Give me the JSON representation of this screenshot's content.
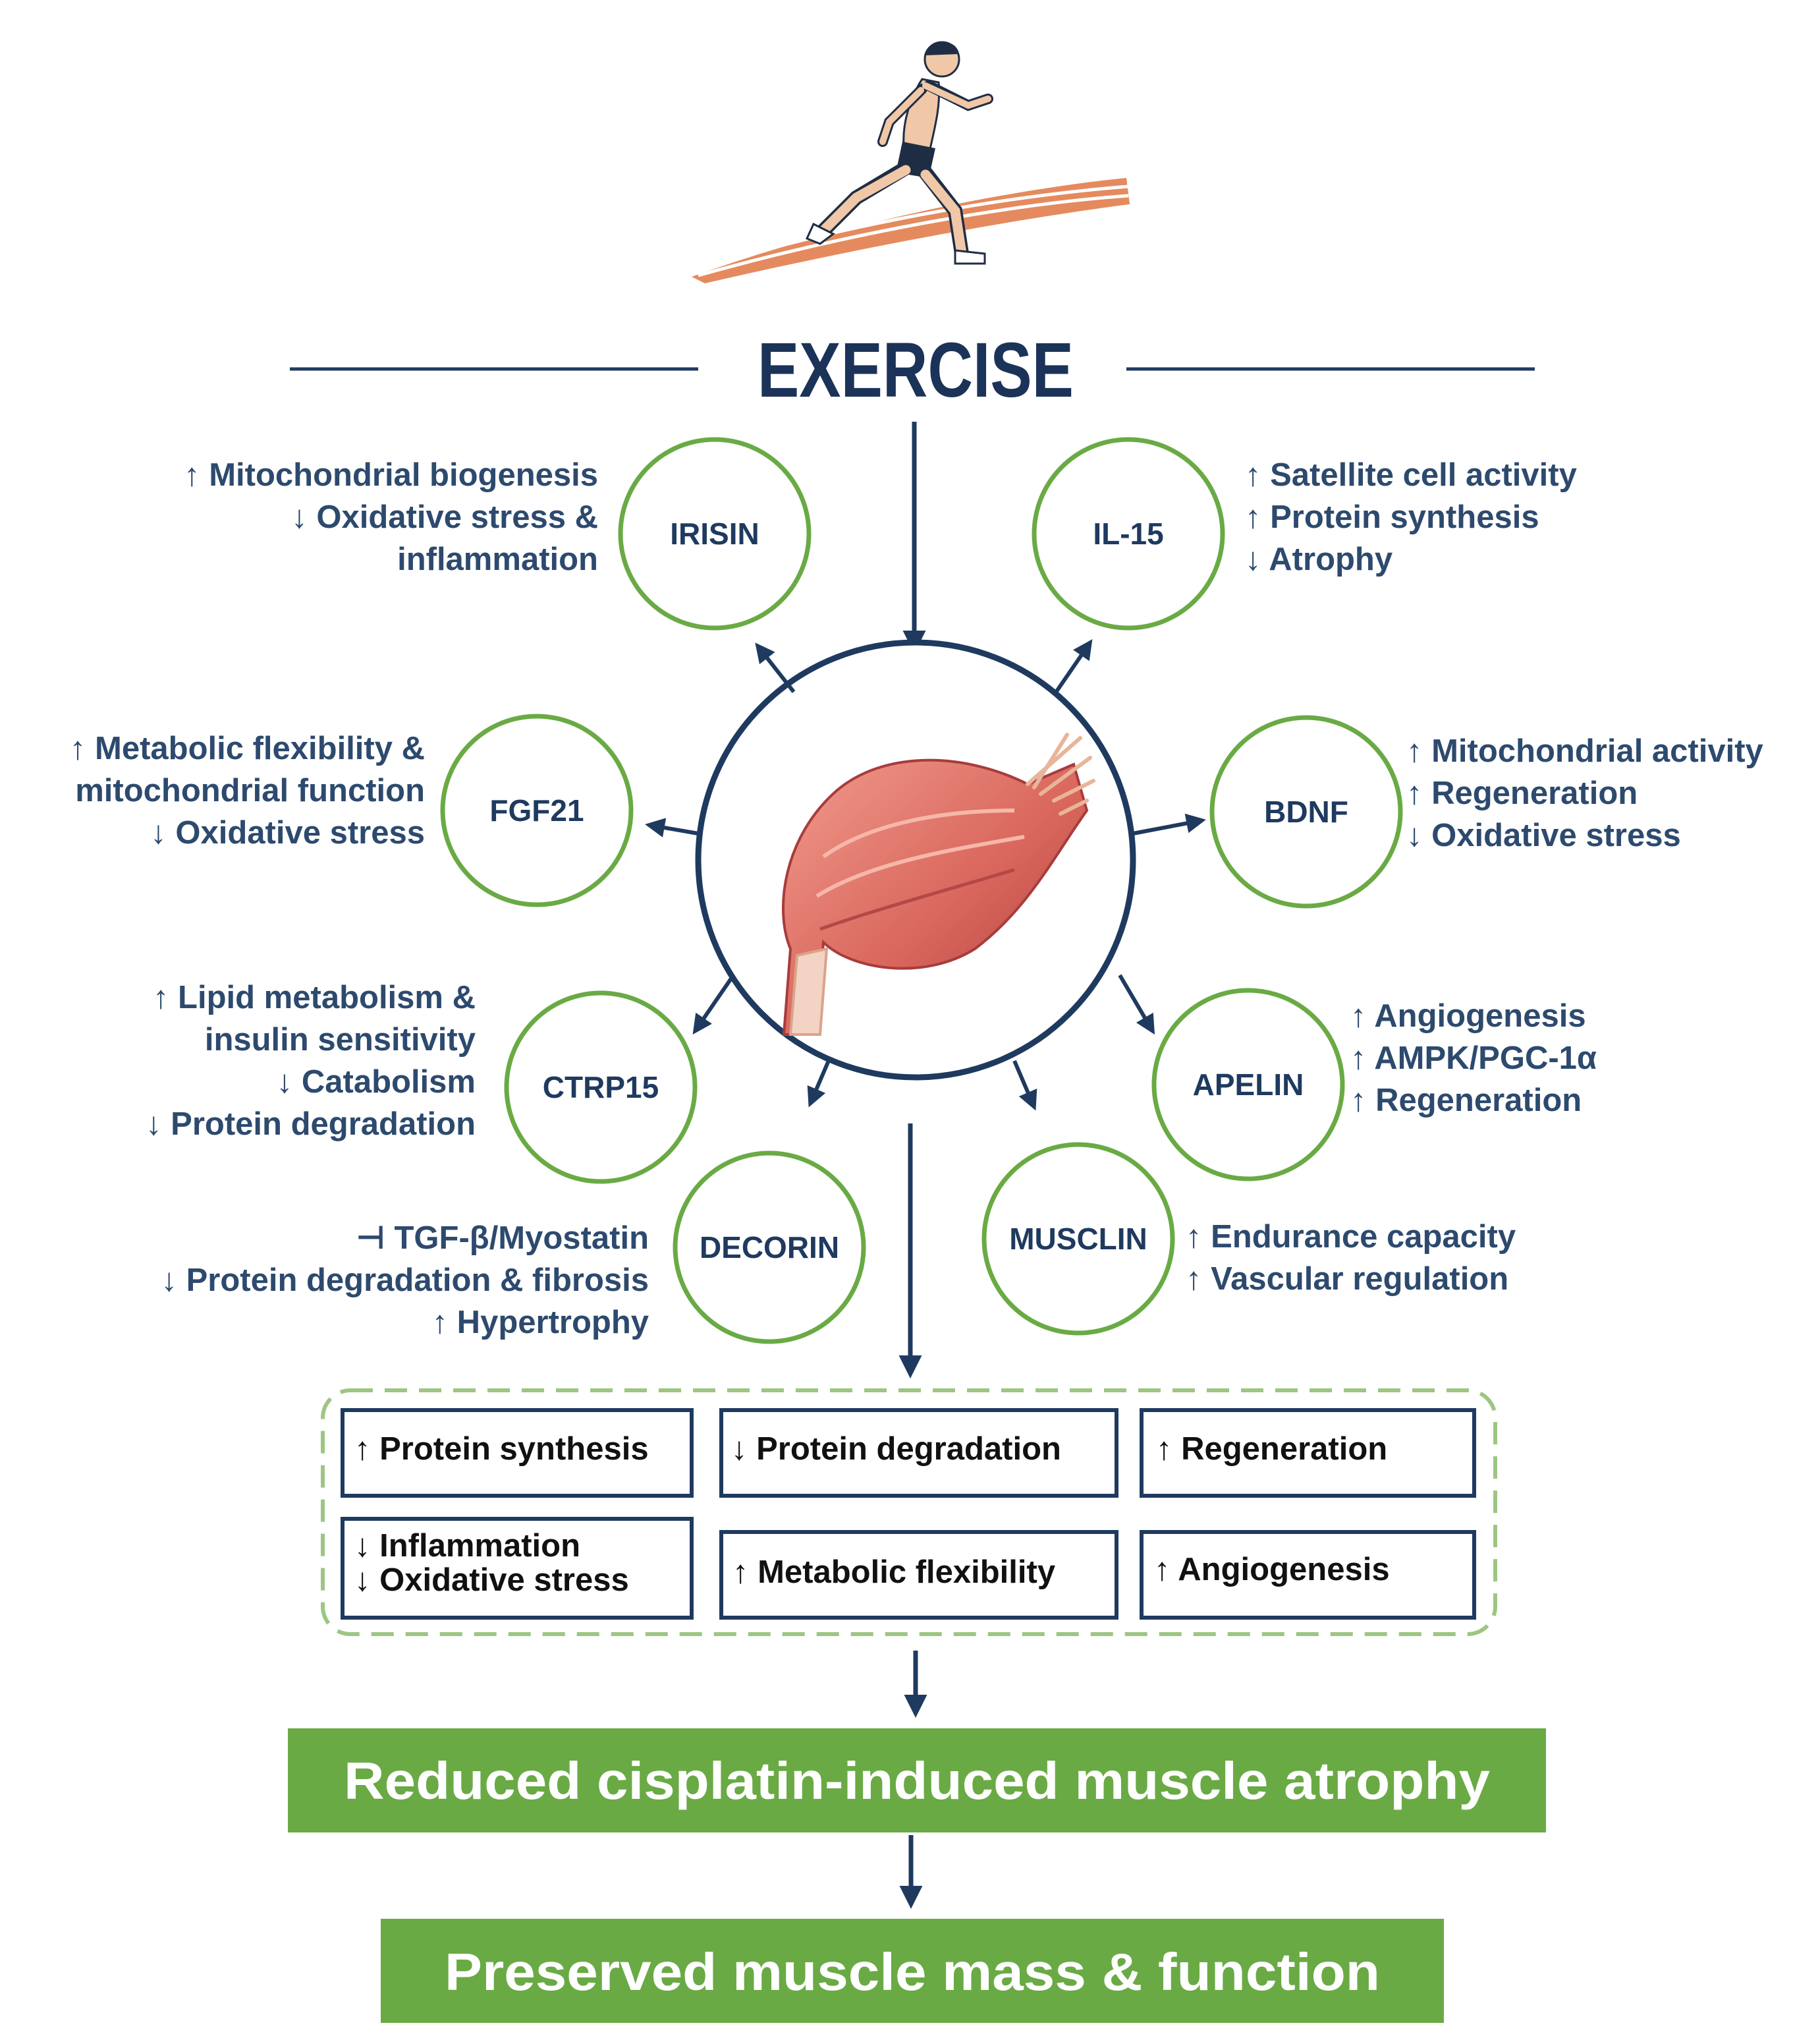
{
  "title": "EXERCISE",
  "colors": {
    "navy": "#1f3a5f",
    "green": "#6aaa45",
    "track": "#e58a5e",
    "muscle": "#d9665c"
  },
  "cytokines": [
    {
      "id": "irisin",
      "name": "IRISIN",
      "effects": [
        "↑ Mitochondrial biogenesis",
        "↓ Oxidative stress &",
        "inflammation"
      ]
    },
    {
      "id": "il15",
      "name": "IL-15",
      "effects": [
        "↑ Satellite cell activity",
        "↑ Protein synthesis",
        "↓ Atrophy"
      ]
    },
    {
      "id": "fgf21",
      "name": "FGF21",
      "effects": [
        "↑ Metabolic flexibility &",
        "mitochondrial function",
        "↓ Oxidative stress"
      ]
    },
    {
      "id": "bdnf",
      "name": "BDNF",
      "effects": [
        "↑ Mitochondrial activity",
        "↑ Regeneration",
        "↓ Oxidative stress"
      ]
    },
    {
      "id": "ctrp15",
      "name": "CTRP15",
      "effects": [
        "↑ Lipid metabolism &",
        "insulin sensitivity",
        "↓ Catabolism",
        "↓ Protein degradation"
      ]
    },
    {
      "id": "apelin",
      "name": "APELIN",
      "effects": [
        "↑ Angiogenesis",
        "↑ AMPK/PGC-1α",
        "↑ Regeneration"
      ]
    },
    {
      "id": "decorin",
      "name": "DECORIN",
      "effects": [
        "⊣ TGF-β/Myostatin",
        "↓ Protein degradation & fibrosis",
        "↑ Hypertrophy"
      ]
    },
    {
      "id": "musclin",
      "name": "MUSCLIN",
      "effects": [
        "↑ Endurance capacity",
        "↑ Vascular regulation"
      ]
    }
  ],
  "outcomes": [
    {
      "lines": [
        "↑ Protein synthesis"
      ]
    },
    {
      "lines": [
        "↓ Protein degradation"
      ]
    },
    {
      "lines": [
        "↑ Regeneration"
      ]
    },
    {
      "lines": [
        "↓ Inflammation",
        "↓ Oxidative stress"
      ]
    },
    {
      "lines": [
        "↑ Metabolic flexibility"
      ]
    },
    {
      "lines": [
        "↑ Angiogenesis"
      ]
    }
  ],
  "result1": "Reduced cisplatin-induced muscle atrophy",
  "result2": "Preserved muscle mass & function"
}
